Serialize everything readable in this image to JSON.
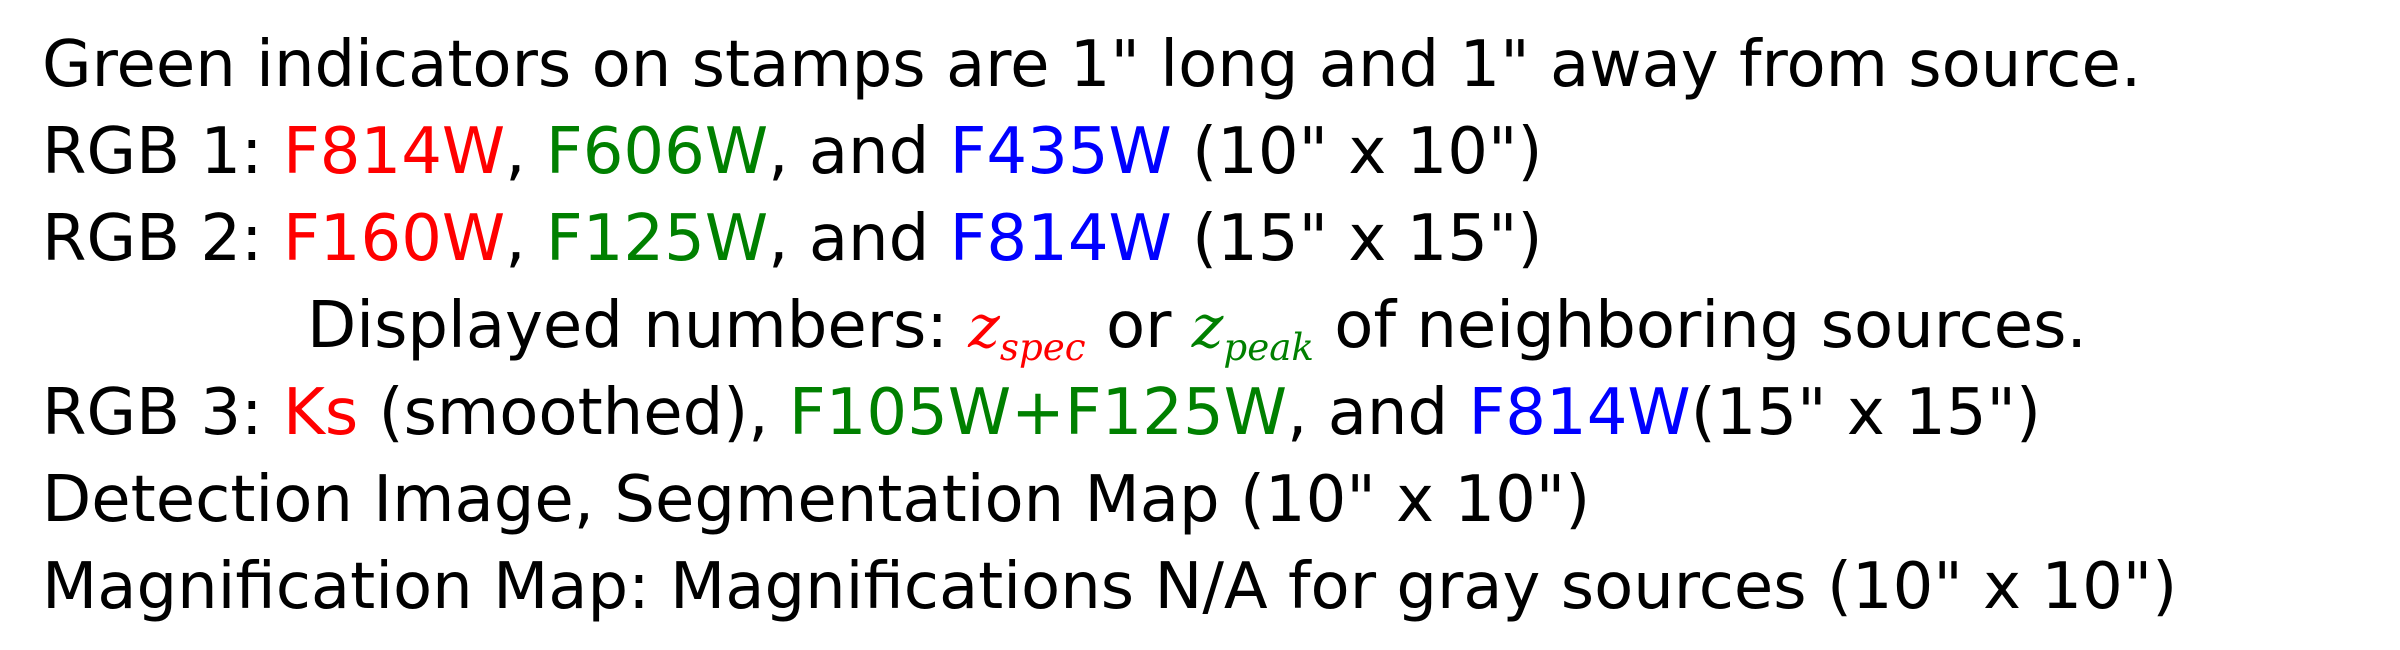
{
  "colors": {
    "red": "#ff0000",
    "green": "#008000",
    "blue": "#0000ff",
    "text": "#000000"
  },
  "line1": "Green indicators on stamps are 1\" long and 1\" away from source.",
  "rgb1": {
    "label": "RGB 1:",
    "red_filter": "F814W",
    "sep1": ",",
    "green_filter": "F606W",
    "sep2": ", and",
    "blue_filter": "F435W",
    "size": "(10\" x 10\")"
  },
  "rgb2": {
    "label": "RGB 2:",
    "red_filter": "F160W",
    "sep1": ",",
    "green_filter": "F125W",
    "sep2": ", and",
    "blue_filter": "F814W",
    "size": "(15\" x 15\")"
  },
  "displayed_numbers": {
    "prefix": "Displayed numbers:",
    "zspec_base": "z",
    "zspec_sub": "spec",
    "or": "or",
    "zpeak_base": "z",
    "zpeak_sub": "peak",
    "suffix": "of neighboring sources."
  },
  "rgb3": {
    "label": "RGB 3:",
    "red_filter": "Ks",
    "smoothed": "(smoothed),",
    "green_filter": "F105W+F125W",
    "sep2": ", and",
    "blue_filter": "F814W",
    "size": "(15\" x 15\")"
  },
  "detection_line": "Detection Image, Segmentation Map (10\" x 10\")",
  "magnification_line": "Magnification Map: Magnifications N/A for gray sources (10\" x 10\")"
}
